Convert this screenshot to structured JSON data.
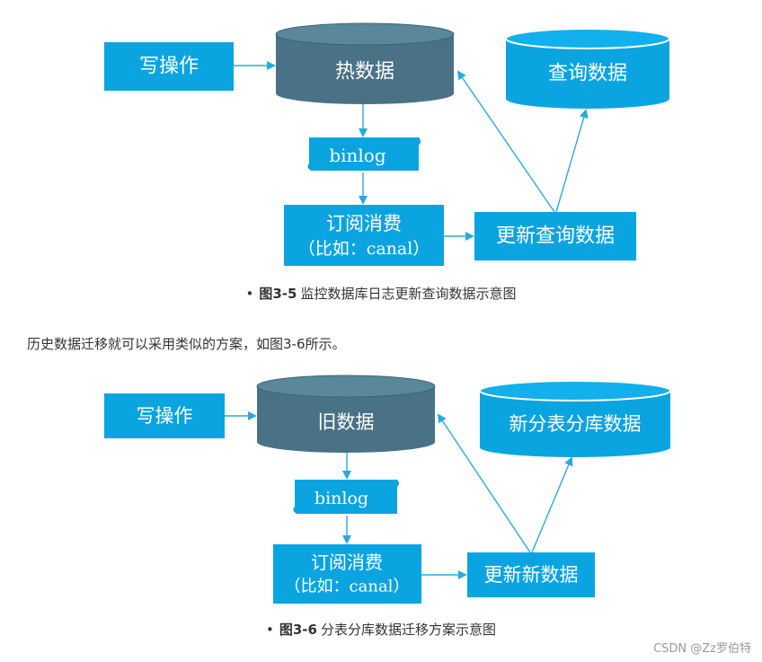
{
  "figure1": {
    "nodes": {
      "write": "写操作",
      "db": "热数据",
      "binlog": "binlog",
      "subscribe_line1": "订阅消费",
      "subscribe_line2": "（比如：canal）",
      "update": "更新查询数据",
      "query": "查询数据"
    },
    "caption_id": "图3-5",
    "caption_text": "监控数据库日志更新查询数据示意图"
  },
  "paragraph": "历史数据迁移就可以采用类似的方案，如图3-6所示。",
  "figure2": {
    "nodes": {
      "write": "写操作",
      "db": "旧数据",
      "binlog": "binlog",
      "subscribe_line1": "订阅消费",
      "subscribe_line2": "（比如：canal）",
      "update": "更新新数据",
      "query": "新分表分库数据"
    },
    "caption_id": "图3-6",
    "caption_text": "分表分库数据迁移方案示意图"
  },
  "bullet": "•",
  "watermark": "CSDN @Zz罗伯特",
  "colors": {
    "box_fill": "#0aa4e0",
    "db_fill": "#4a7286",
    "arrow": "#2ca8dc"
  }
}
